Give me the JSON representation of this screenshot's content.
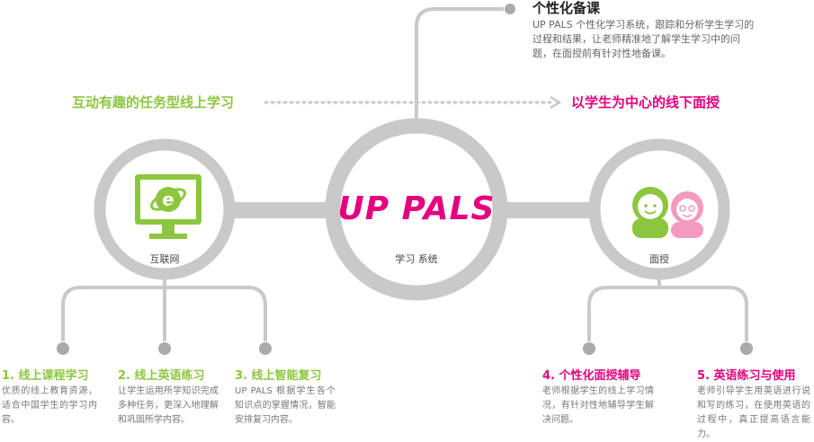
{
  "colors": {
    "green": "#8cc63f",
    "pink": "#e4007f",
    "gray": "#c9c9c9",
    "dark_gray": "#aaaaaa"
  },
  "center_hub": {
    "brand": "UP PALS",
    "label": "学习 系统"
  },
  "top_feature": {
    "title": "个性化备课",
    "description": "UP PALS 个性化学习系统，跟踪和分析学生学习的过程和结果，让老师精准地了解学生学习中的问题，在面授前有针对性地备课。"
  },
  "flow": {
    "left_label": "互动有趣的任务型线上学习",
    "right_label": "以学生为中心的线下面授"
  },
  "left_hub": {
    "label": "互联网",
    "icon": "internet-explorer-monitor-icon"
  },
  "right_hub": {
    "label": "面授",
    "icon": "boy-and-girl-faces-icon"
  },
  "features": [
    {
      "title": "1. 线上课程学习",
      "description": "优质的线上教育资源，适合中国学生的学习内容。"
    },
    {
      "title": "2. 线上英语练习",
      "description": "让学生运用所学知识完成多种任务，更深入地理解和巩固所学内容。"
    },
    {
      "title": "3. 线上智能复习",
      "description": "UP PALS 根据学生各个知识点的掌握情况，智能安排复习内容。"
    },
    {
      "title": "4. 个性化面授辅导",
      "description": "老师根据学生的线上学习情况，有针对性地辅导学生解决问题。"
    },
    {
      "title": "5. 英语练习与使用",
      "description": "老师引导学生用英语进行说和写的练习，在使用英语的过程中，真正提高语言能力。"
    }
  ]
}
